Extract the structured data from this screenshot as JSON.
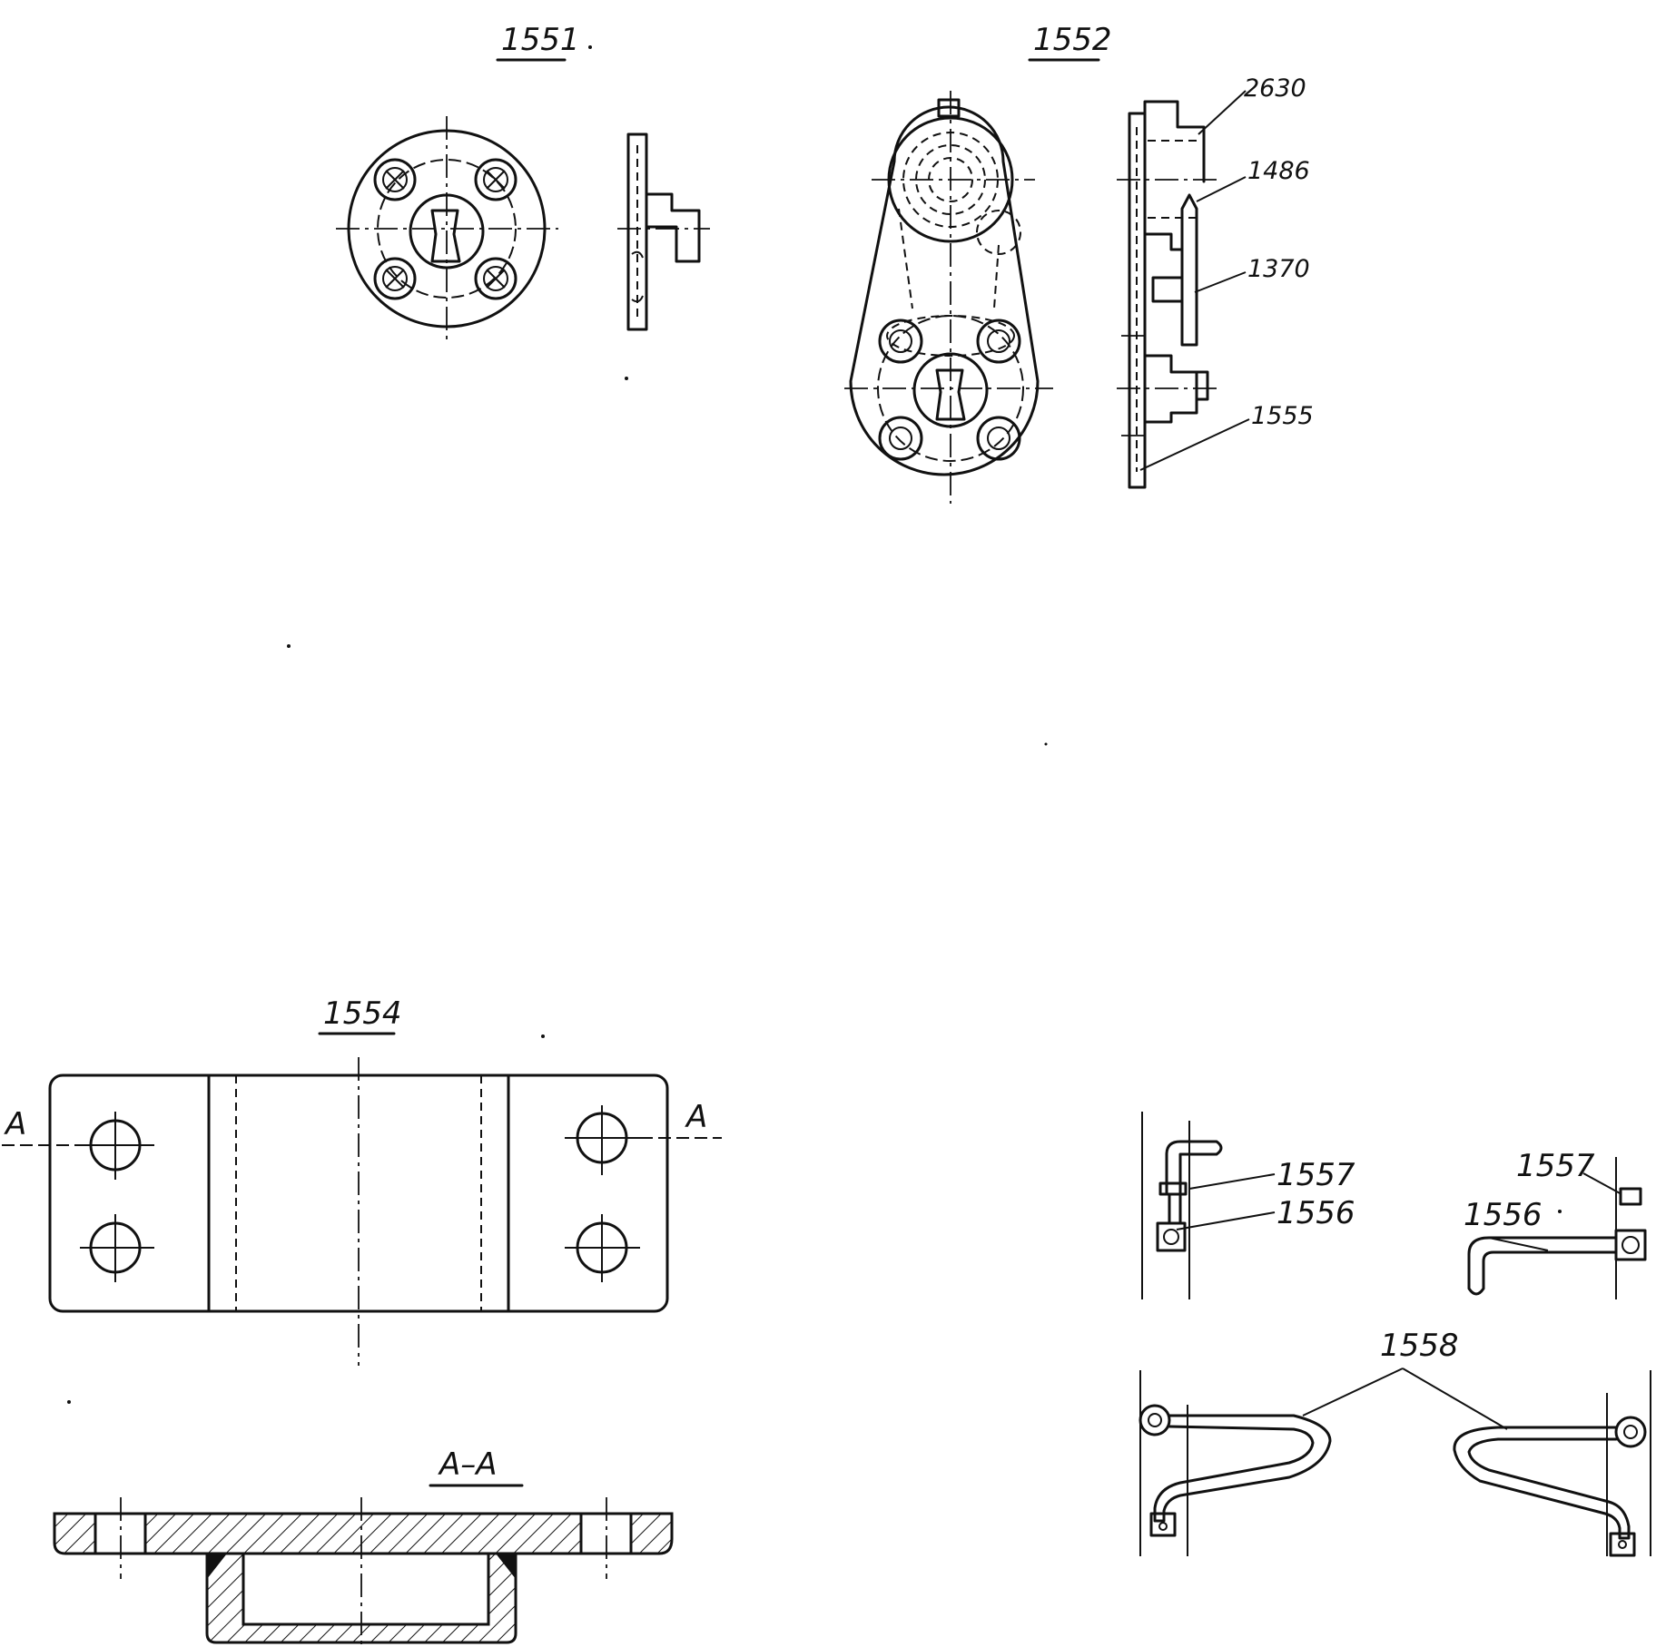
{
  "figures": {
    "fig_1551": {
      "title": "1551"
    },
    "fig_1552": {
      "title": "1552",
      "callouts": [
        "2630",
        "1486",
        "1370",
        "1555"
      ]
    },
    "fig_1554": {
      "title": "1554",
      "section_mark": "A",
      "section_title": "A–A"
    },
    "fig_1556": {
      "callouts": [
        "1557",
        "1556",
        "1557",
        "1556"
      ]
    },
    "fig_1558": {
      "title": "1558"
    }
  }
}
